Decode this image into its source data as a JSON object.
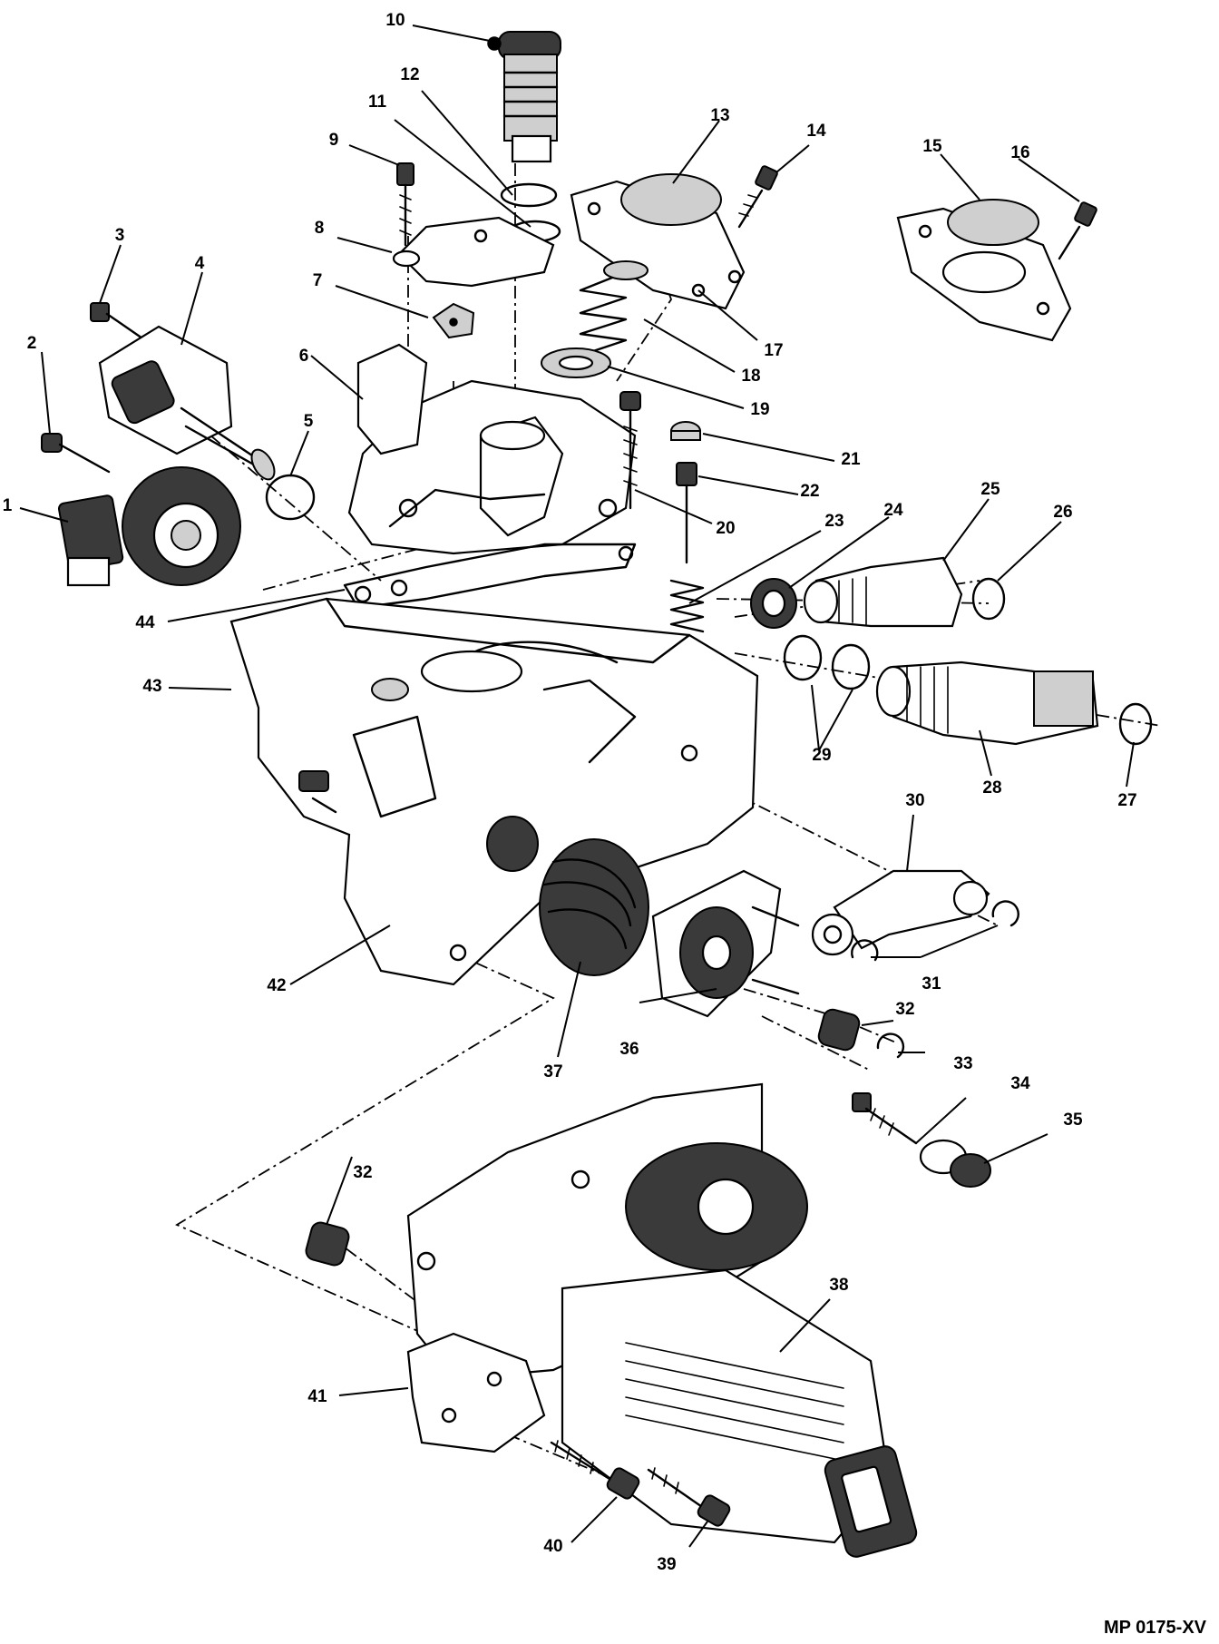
{
  "figure_code": "MP 0175-XV",
  "callouts": [
    {
      "id": "1",
      "label": "1"
    },
    {
      "id": "2",
      "label": "2"
    },
    {
      "id": "3",
      "label": "3"
    },
    {
      "id": "4",
      "label": "4"
    },
    {
      "id": "5",
      "label": "5"
    },
    {
      "id": "6",
      "label": "6"
    },
    {
      "id": "7",
      "label": "7"
    },
    {
      "id": "8",
      "label": "8"
    },
    {
      "id": "9",
      "label": "9"
    },
    {
      "id": "10",
      "label": "10"
    },
    {
      "id": "11",
      "label": "11"
    },
    {
      "id": "12",
      "label": "12"
    },
    {
      "id": "13",
      "label": "13"
    },
    {
      "id": "14",
      "label": "14"
    },
    {
      "id": "15",
      "label": "15"
    },
    {
      "id": "16",
      "label": "16"
    },
    {
      "id": "17",
      "label": "17"
    },
    {
      "id": "18",
      "label": "18"
    },
    {
      "id": "19",
      "label": "19"
    },
    {
      "id": "20",
      "label": "20"
    },
    {
      "id": "21",
      "label": "21"
    },
    {
      "id": "22",
      "label": "22"
    },
    {
      "id": "23",
      "label": "23"
    },
    {
      "id": "24",
      "label": "24"
    },
    {
      "id": "25",
      "label": "25"
    },
    {
      "id": "26",
      "label": "26"
    },
    {
      "id": "27",
      "label": "27"
    },
    {
      "id": "28",
      "label": "28"
    },
    {
      "id": "29",
      "label": "29"
    },
    {
      "id": "30",
      "label": "30"
    },
    {
      "id": "31",
      "label": "31"
    },
    {
      "id": "32a",
      "label": "32"
    },
    {
      "id": "33",
      "label": "33"
    },
    {
      "id": "34",
      "label": "34"
    },
    {
      "id": "35",
      "label": "35"
    },
    {
      "id": "36",
      "label": "36"
    },
    {
      "id": "37",
      "label": "37"
    },
    {
      "id": "38",
      "label": "38"
    },
    {
      "id": "39",
      "label": "39"
    },
    {
      "id": "40",
      "label": "40"
    },
    {
      "id": "41",
      "label": "41"
    },
    {
      "id": "42",
      "label": "42"
    },
    {
      "id": "43",
      "label": "43"
    },
    {
      "id": "44",
      "label": "44"
    },
    {
      "id": "32b",
      "label": "32"
    }
  ]
}
